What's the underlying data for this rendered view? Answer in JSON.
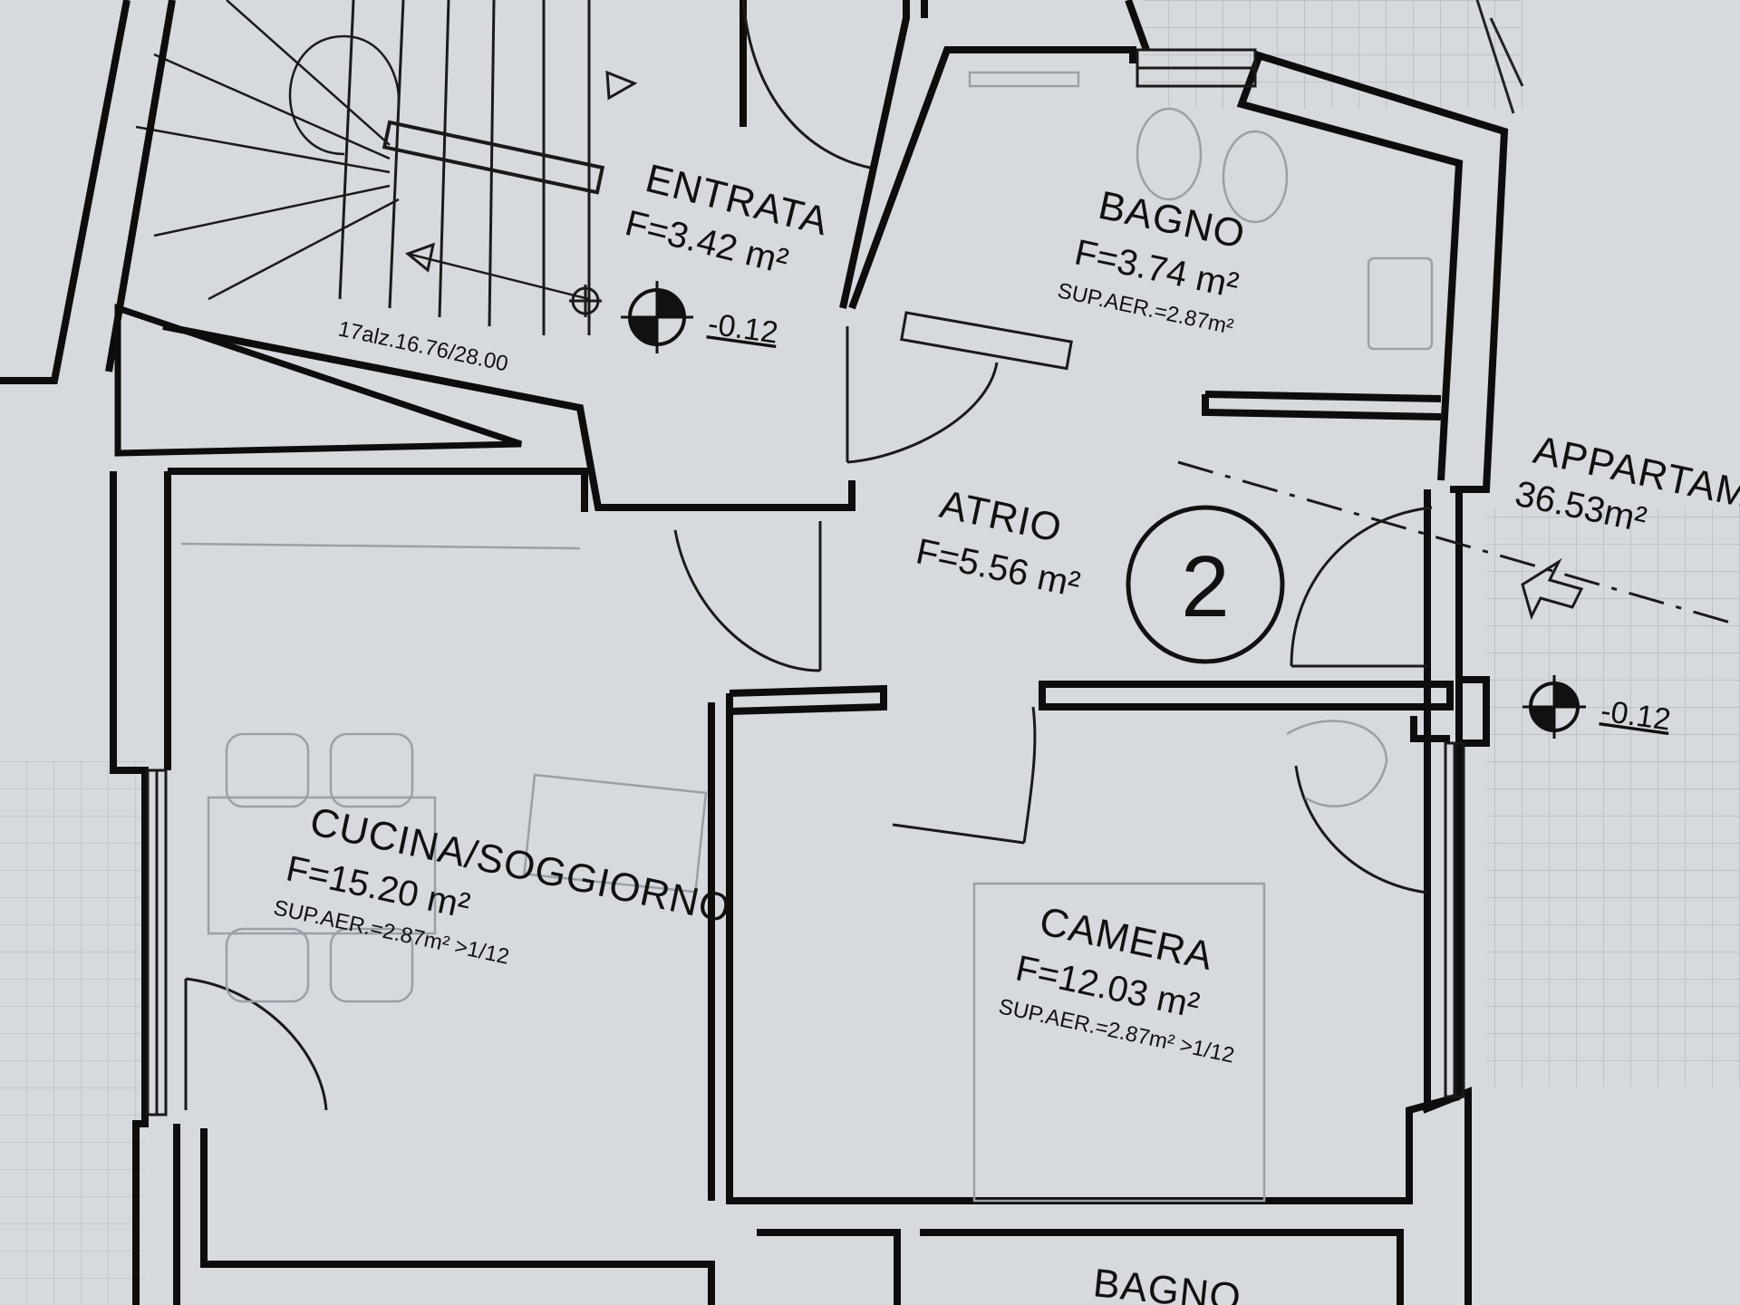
{
  "rooms": {
    "entrata": {
      "name": "ENTRATA",
      "area": "F=3.42 m²"
    },
    "bagno": {
      "name": "BAGNO",
      "area": "F=3.74 m²",
      "sup_aer": "SUP.AER.=2.87m²"
    },
    "atrio": {
      "name": "ATRIO",
      "area": "F=5.56 m²"
    },
    "cucina": {
      "name": "CUCINA/SOGGIORNO",
      "area": "F=15.20 m²",
      "sup_aer": "SUP.AER.=2.87m² >1/12"
    },
    "camera": {
      "name": "CAMERA",
      "area": "F=12.03 m²",
      "sup_aer": "SUP.AER.=2.87m² >1/12"
    },
    "bagno_lower": {
      "name": "BAGNO"
    }
  },
  "stair_label": "17alz.16.76/28.00",
  "elevations": {
    "entrata": "-0.12",
    "outside": "-0.12"
  },
  "apartment": {
    "number": "2",
    "label": "APPARTAME",
    "area": "36.53m²"
  },
  "colors": {
    "background": "#d6dade",
    "wall": "#0d0d0d",
    "line": "#1a1a1a",
    "furniture": "#9aa0a8"
  }
}
